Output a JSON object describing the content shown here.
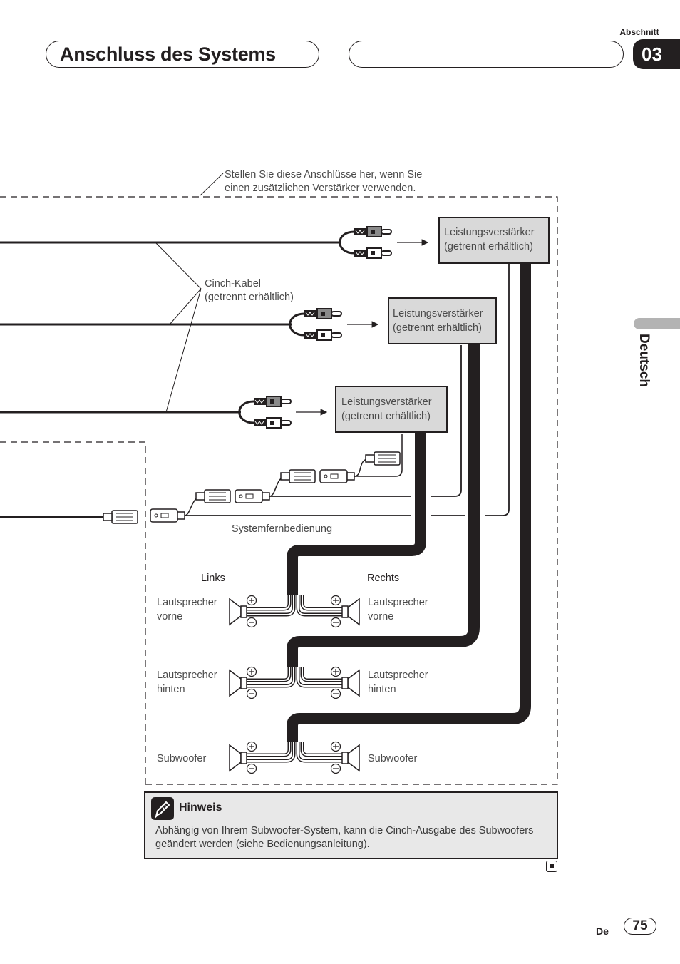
{
  "header": {
    "title": "Anschluss des Systems",
    "section_label": "Abschnitt",
    "section_number": "03"
  },
  "side_tab": {
    "language": "Deutsch"
  },
  "diagram": {
    "callout_line1": "Stellen Sie diese Anschlüsse her, wenn Sie",
    "callout_line2": "einen zusätzlichen Verstärker verwenden.",
    "cinch_cable_line1": "Cinch-Kabel",
    "cinch_cable_line2": "(getrennt erhältlich)",
    "amplifiers": [
      {
        "line1": "Leistungsverstärker",
        "line2": "(getrennt erhältlich)"
      },
      {
        "line1": "Leistungsverstärker",
        "line2": "(getrennt erhältlich)"
      },
      {
        "line1": "Leistungsverstärker",
        "line2": "(getrennt erhältlich)"
      }
    ],
    "remote_label": "Systemfernbedienung",
    "left_heading": "Links",
    "right_heading": "Rechts",
    "speakers": [
      {
        "left_line1": "Lautsprecher",
        "left_line2": "vorne",
        "right_line1": "Lautsprecher",
        "right_line2": "vorne"
      },
      {
        "left_line1": "Lautsprecher",
        "left_line2": "hinten",
        "right_line1": "Lautsprecher",
        "right_line2": "hinten"
      },
      {
        "left_line1": "Subwoofer",
        "left_line2": "",
        "right_line1": "Subwoofer",
        "right_line2": ""
      }
    ],
    "plus_symbol": "+",
    "minus_symbol": "−"
  },
  "note": {
    "title": "Hinweis",
    "body": "Abhängig von Ihrem Subwoofer-System, kann die Cinch-Ausgabe des Subwoofers geändert werden (siehe Bedienungsanleitung)."
  },
  "footer": {
    "lang_code": "De",
    "page_number": "75"
  },
  "colors": {
    "ink": "#231f20",
    "amp_fill": "#d9d9d9",
    "note_fill": "#e8e8e8",
    "tab_gray": "#b3b3b3"
  }
}
